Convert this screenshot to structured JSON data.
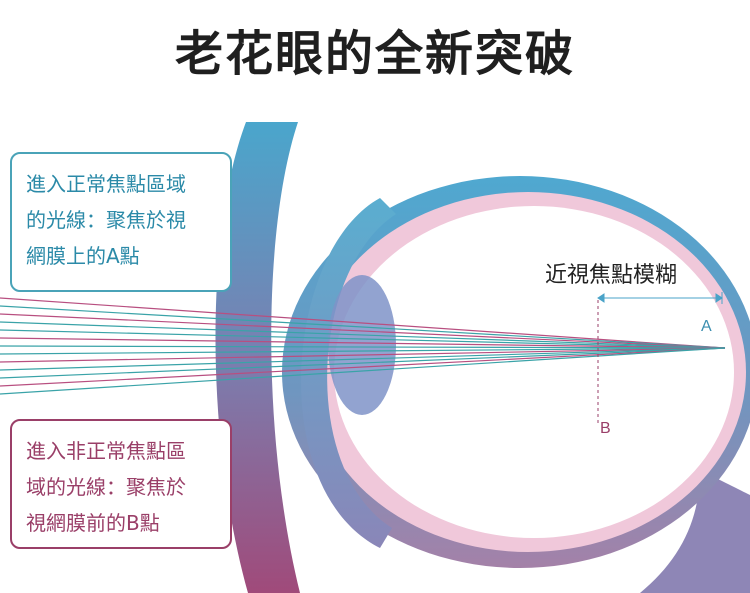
{
  "title": "老花眼的全新突破",
  "box_a": {
    "lines": [
      "進入正常焦點區域",
      "的光線：聚焦於視",
      "網膜上的A點"
    ],
    "color": "#2b8aa8"
  },
  "box_b": {
    "lines": [
      "進入非正常焦點區",
      "域的光線：聚焦於",
      "視網膜前的B點"
    ],
    "color": "#9a3f68"
  },
  "blur_label": "近視焦點模糊",
  "point_a": "A",
  "point_b": "B",
  "colors": {
    "eye_wall_top": "#58a8cc",
    "eye_wall_bottom": "#8a7aa8",
    "retina": "#efc6d8",
    "lens": "#7f93c8",
    "cornea_top": "#4ea3c8",
    "cornea_bottom": "#9a4f78",
    "ray_teal": "#3aa3a8",
    "ray_magenta": "#b84f80"
  }
}
